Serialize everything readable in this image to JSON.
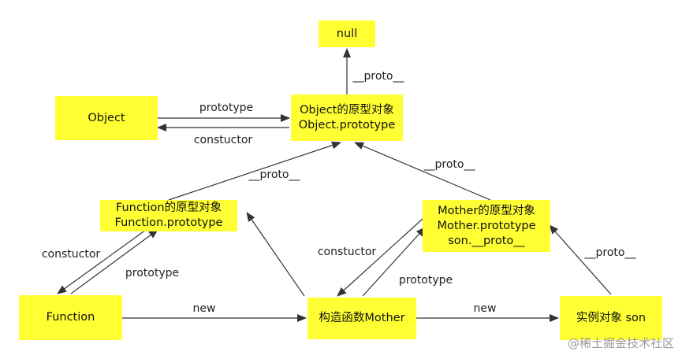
{
  "nodes": {
    "null_box": [
      "null"
    ],
    "object": [
      "Object"
    ],
    "object_proto": [
      "Object的原型对象",
      "Object.prototype"
    ],
    "function_proto": [
      "Function的原型对象",
      "Function.prototype"
    ],
    "mother_proto": [
      "Mother的原型对象",
      "Mother.prototype",
      "son.__proto__"
    ],
    "function": [
      "Function"
    ],
    "mother": [
      "构造函数Mother"
    ],
    "son": [
      "实例对象 son"
    ]
  },
  "labels": {
    "proto_to_null": "__proto__",
    "object_prototype": "prototype",
    "object_constructor": "constuctor",
    "fproto_to_oproto": "__proto__",
    "mproto_to_oproto": "__proto__",
    "function_constructor": "constuctor",
    "function_prototype": "prototype",
    "mother_constructor": "constuctor",
    "mother_prototype": "prototype",
    "son_proto": "__proto__",
    "function_new": "new",
    "mother_new": "new"
  },
  "watermark": "@稀土掘金技术社区",
  "colors": {
    "node_fill": "#ffff33",
    "line": "#333333"
  }
}
